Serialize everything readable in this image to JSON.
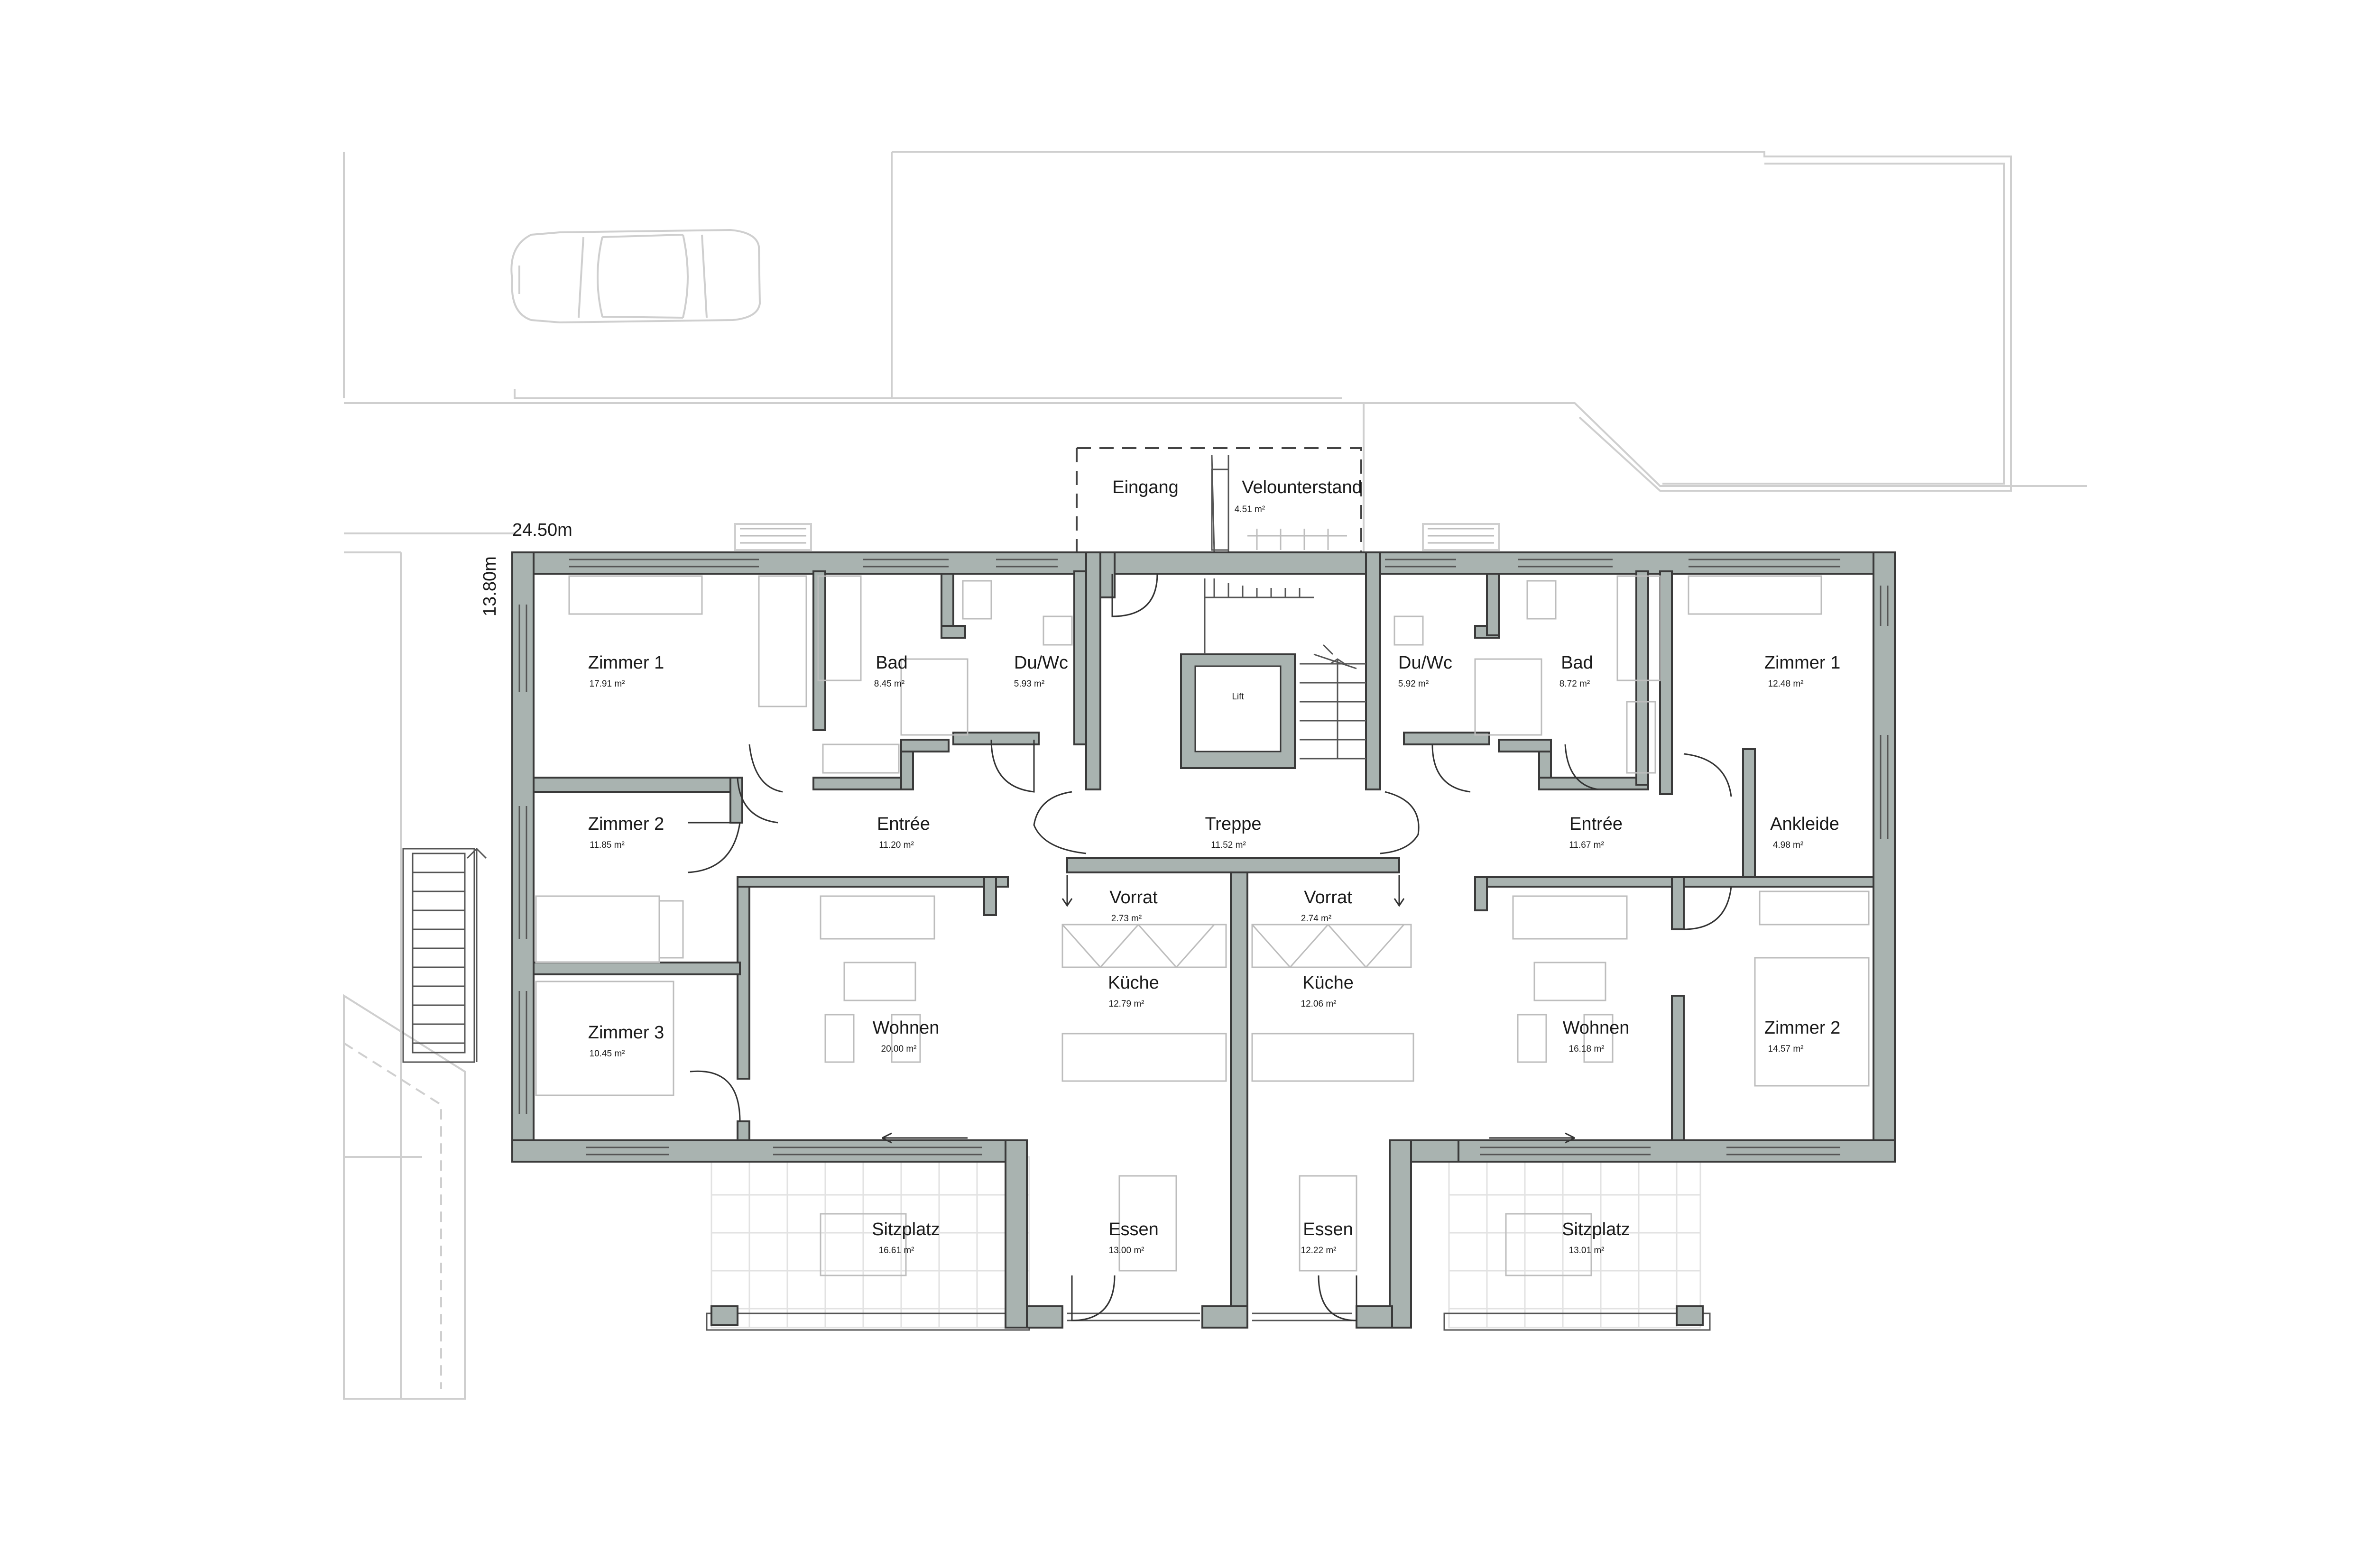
{
  "dimensions": {
    "width": "24.50m",
    "depth": "13.80m"
  },
  "lift_label": "Lift",
  "rooms": {
    "eingang": {
      "name": "Eingang"
    },
    "velo": {
      "name": "Velounterstand",
      "area": "4.51 m²"
    },
    "l_zimmer1": {
      "name": "Zimmer 1",
      "area": "17.91 m²"
    },
    "l_bad": {
      "name": "Bad",
      "area": "8.45 m²"
    },
    "l_duwc": {
      "name": "Du/Wc",
      "area": "5.93 m²"
    },
    "l_zimmer2": {
      "name": "Zimmer 2",
      "area": "11.85 m²"
    },
    "l_entree": {
      "name": "Entrée",
      "area": "11.20 m²"
    },
    "l_zimmer3": {
      "name": "Zimmer 3",
      "area": "10.45 m²"
    },
    "l_wohnen": {
      "name": "Wohnen",
      "area": "20.00 m²"
    },
    "l_vorrat": {
      "name": "Vorrat",
      "area": "2.73 m²"
    },
    "l_kueche": {
      "name": "Küche",
      "area": "12.79 m²"
    },
    "l_essen": {
      "name": "Essen",
      "area": "13.00 m²"
    },
    "l_sitzplatz": {
      "name": "Sitzplatz",
      "area": "16.61 m²"
    },
    "treppe": {
      "name": "Treppe",
      "area": "11.52 m²"
    },
    "r_duwc": {
      "name": "Du/Wc",
      "area": "5.92 m²"
    },
    "r_bad": {
      "name": "Bad",
      "area": "8.72 m²"
    },
    "r_zimmer1": {
      "name": "Zimmer 1",
      "area": "12.48 m²"
    },
    "r_ankleide": {
      "name": "Ankleide",
      "area": "4.98 m²"
    },
    "r_entree": {
      "name": "Entrée",
      "area": "11.67 m²"
    },
    "r_vorrat": {
      "name": "Vorrat",
      "area": "2.74 m²"
    },
    "r_kueche": {
      "name": "Küche",
      "area": "12.06 m²"
    },
    "r_wohnen": {
      "name": "Wohnen",
      "area": "16.18 m²"
    },
    "r_zimmer2": {
      "name": "Zimmer 2",
      "area": "14.57 m²"
    },
    "r_essen": {
      "name": "Essen",
      "area": "12.22 m²"
    },
    "r_sitzplatz": {
      "name": "Sitzplatz",
      "area": "13.01 m²"
    }
  }
}
